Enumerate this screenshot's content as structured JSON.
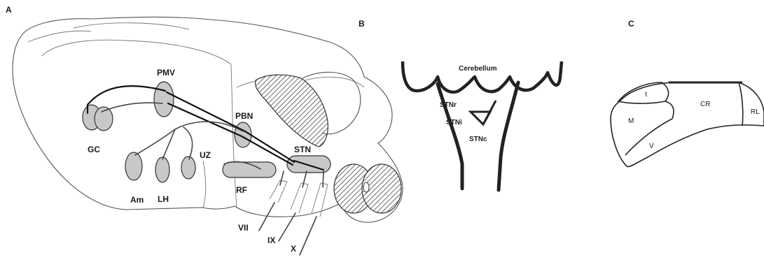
{
  "panels": {
    "a": "A",
    "b": "B",
    "c": "C"
  },
  "panel_a": {
    "labels": {
      "pmv": "PMV",
      "pbn": "PBN",
      "stn": "STN",
      "gc": "GC",
      "am": "Am",
      "lh": "LH",
      "uz": "UZ",
      "rf": "RF",
      "vii": "VII",
      "ix": "IX",
      "x": "X"
    }
  },
  "panel_b": {
    "labels": {
      "cerebellum": "Cerebellum",
      "stnr": "STNr",
      "stni": "STNi",
      "stnc": "STNc"
    }
  },
  "panel_c": {
    "labels": {
      "t": "t",
      "cr": "CR",
      "rl": "RL",
      "m": "M",
      "v": "V"
    }
  },
  "colors": {
    "nucleus_fill": "#c8c8c8",
    "tract": "#111111",
    "outline": "#555555"
  }
}
